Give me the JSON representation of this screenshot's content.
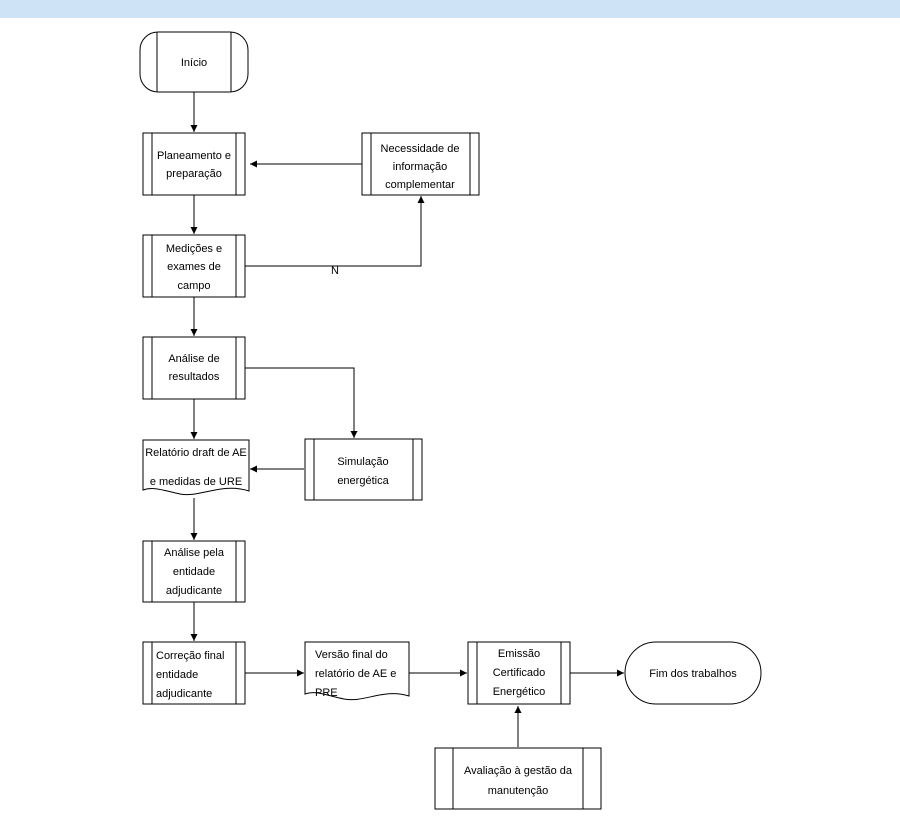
{
  "header": {
    "text": ""
  },
  "flowchart": {
    "nodes": {
      "inicio": "Início",
      "planeamento": [
        "Planeamento e",
        "preparação"
      ],
      "necessidade": [
        "Necessidade de",
        "informação",
        "complementar"
      ],
      "medicoes": [
        "Medições e",
        "exames de",
        "campo"
      ],
      "analise_resultados": [
        "Análise de",
        "resultados"
      ],
      "relatorio_draft": [
        "Relatório draft de AE",
        "e medidas de URE"
      ],
      "simulacao": [
        "Simulação",
        "energética"
      ],
      "analise_entidade": [
        "Análise pela",
        "entidade",
        "adjudicante"
      ],
      "correcao": [
        "Correção final",
        "entidade",
        "adjudicante"
      ],
      "versao_final": [
        "Versão final do",
        "relatório de AE e",
        "PRE"
      ],
      "emissao": [
        "Emissão",
        "Certificado",
        "Energético"
      ],
      "fim": "Fim dos trabalhos",
      "avaliacao": [
        "Avaliação à gestão da",
        "manutenção"
      ]
    },
    "edge_labels": {
      "n": "N"
    }
  }
}
